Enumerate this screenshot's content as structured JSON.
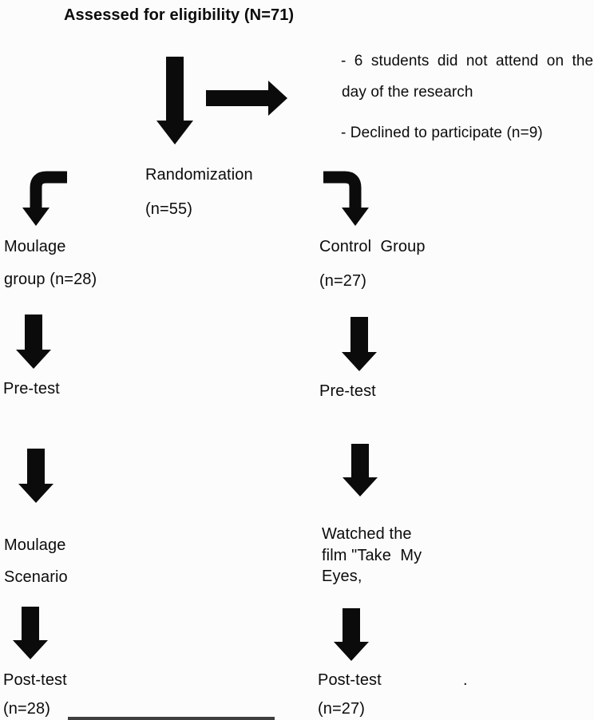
{
  "colors": {
    "background": "#fcfcfc",
    "ink": "#0c0c0c"
  },
  "flowchart": {
    "title": "Assessed for eligibility (N=71)",
    "exclusions": {
      "line1": "- 6 students did not attend on the",
      "line2": "day of the research",
      "line3": "- Declined to participate (n=9)"
    },
    "randomization": {
      "line1": "Randomization",
      "line2": "(n=55)"
    },
    "moulage_group": {
      "line1": "Moulage",
      "line2": "group (n=28)"
    },
    "control_group": {
      "line1": "Control  Group",
      "line2": "(n=27)"
    },
    "moulage_pretest": "Pre-test",
    "control_pretest": "Pre-test",
    "moulage_scenario": {
      "line1": "Moulage",
      "line2": "Scenario"
    },
    "control_intervention": {
      "line1": "Watched the",
      "line2": "film \"Take  My",
      "line3": "Eyes,"
    },
    "moulage_posttest": {
      "line1": "Post-test",
      "line2": "(n=28)"
    },
    "control_posttest": {
      "line1": "Post-test",
      "period": ".",
      "line2": "(n=27)"
    },
    "icons": {
      "big_down_arrow": "down-arrow",
      "exclusion_arrow": "right-arrow",
      "left_branch_arrow": "curved-down-left-arrow",
      "right_branch_arrow": "curved-down-right-arrow",
      "step_arrows": "down-arrow"
    }
  }
}
